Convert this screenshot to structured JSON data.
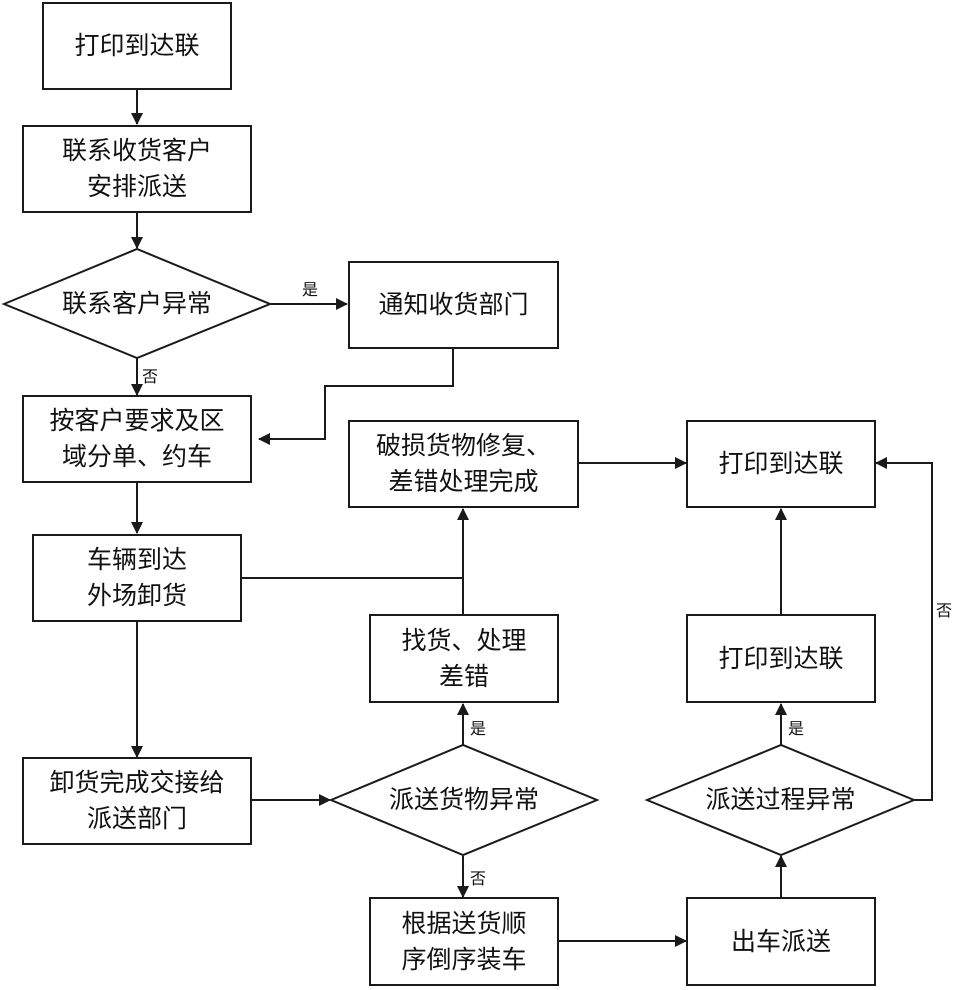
{
  "diagram": {
    "type": "flowchart",
    "line_color": "#1a1a1a",
    "nodes": {
      "print_top": "打印到达联",
      "contact_arrange": "联系收货客户\n安排派送",
      "contact_exception": "联系客户异常",
      "notify_receiving": "通知收货部门",
      "split_orders": "按客户要求及区\n域分单、约车",
      "vehicle_unload": "车辆到达\n外场卸货",
      "handover": "卸货完成交接给\n派送部门",
      "goods_exception": "派送货物异常",
      "find_goods": "找货、处理\n差错",
      "repair_done": "破损货物修复、\n差错处理完成",
      "load_truck": "根据送货顺\n序倒序装车",
      "dispatch": "出车派送",
      "process_exception": "派送过程异常",
      "print_mid": "打印到达联",
      "print_final": "打印到达联"
    },
    "edge_labels": {
      "yes": "是",
      "no": "否"
    }
  }
}
